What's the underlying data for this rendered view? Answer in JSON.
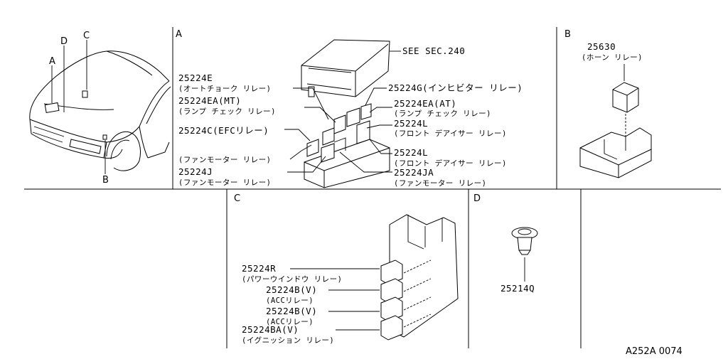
{
  "sections": {
    "A": {
      "label": "A"
    },
    "B": {
      "label": "B"
    },
    "C": {
      "label": "C"
    },
    "D": {
      "label": "D"
    }
  },
  "car": {
    "callouts": {
      "A": "A",
      "B": "B",
      "C": "C",
      "D": "D"
    }
  },
  "section_a": {
    "see_sec": "SEE SEC.240",
    "parts": [
      {
        "pn": "25224E",
        "desc": "(オートチョーク リレー)"
      },
      {
        "pn": "25224EA(MT)",
        "desc": "(ランプ チェック リレー)"
      },
      {
        "pn": "25224C(EFCリレー)",
        "desc": ""
      },
      {
        "pn": "",
        "desc": "(ファンモーター リレー)"
      },
      {
        "pn": "25224J",
        "desc": "(ファンモーター リレー)"
      },
      {
        "pn": "25224G(インヒビター リレー)",
        "desc": ""
      },
      {
        "pn": "25224EA(AT)",
        "desc": "(ランプ チェック リレー)"
      },
      {
        "pn": "25224L",
        "desc": "(フロント デアイサー リレー)"
      },
      {
        "pn": "25224L",
        "desc": "(フロント デアイサー リレー)"
      },
      {
        "pn": "25224JA",
        "desc": "(ファンモーター リレー)"
      }
    ]
  },
  "section_b": {
    "pn": "25630",
    "desc": "(ホーン リレー)"
  },
  "section_c": {
    "parts": [
      {
        "pn": "25224R",
        "desc": "(パワーウインドウ リレー)"
      },
      {
        "pn": "25224B(V)",
        "desc": "(ACCリレー)"
      },
      {
        "pn": "25224B(V)",
        "desc": "(ACCリレー)"
      },
      {
        "pn": "25224BA(V)",
        "desc": "(イグニッション リレー)"
      }
    ]
  },
  "section_d": {
    "pn": "25214Q"
  },
  "figure_ref": "A252A 0074"
}
